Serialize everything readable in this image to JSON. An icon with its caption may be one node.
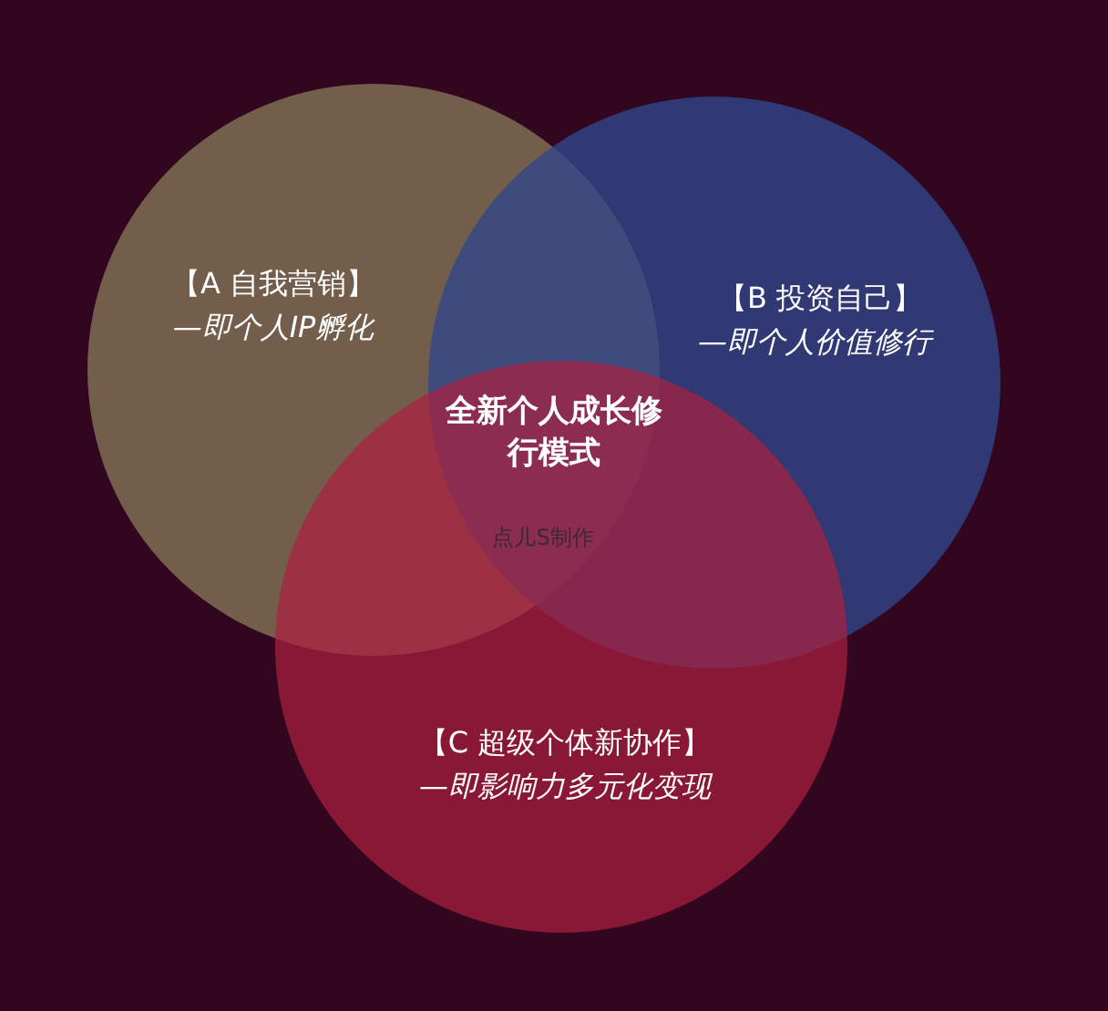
{
  "diagram": {
    "nodes": [
      {
        "text": [
          "【A 自我营销】",
          "—即个人IP孵化"
        ]
      },
      {
        "text": [
          "【B 投资自己】",
          "—即个人价值修行"
        ]
      },
      {
        "text": [
          "【C 超级个体新协作】",
          "—即影响力多元化变现"
        ]
      }
    ],
    "labels": [
      "全新个人成长修行模式",
      "点儿S制作"
    ]
  }
}
